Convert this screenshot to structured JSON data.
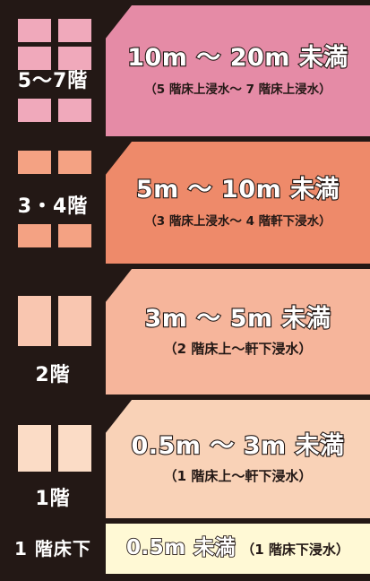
{
  "colors": {
    "frame": "#231815",
    "band_5_7": "#e58ba6",
    "band_3_4": "#ee8a6a",
    "band_2": "#f6b59b",
    "band_1": "#f9d2b7",
    "band_b": "#fff9d5",
    "win_5_7": "#f0a9bb",
    "win_3_4": "#f4a283",
    "win_2": "#f9c6b0",
    "win_1": "#fbdcc6"
  },
  "bands": [
    {
      "floor": "5～7階",
      "depth": "10m ～ 20m 未満",
      "detail": "（5 階床上浸水～ 7 階床上浸水）"
    },
    {
      "floor": "3・4階",
      "depth": "5m ～ 10m 未満",
      "detail": "（3 階床上浸水～ 4 階軒下浸水）"
    },
    {
      "floor": "2階",
      "depth": "3m ～ 5m 未満",
      "detail": "（2 階床上～軒下浸水）"
    },
    {
      "floor": "1階",
      "depth": "0.5m ～ 3m 未満",
      "detail": "（1 階床上～軒下浸水）"
    }
  ],
  "basement": {
    "floor": "1 階床下",
    "depth": "0.5m 未満",
    "detail": "（1 階床下浸水）"
  }
}
